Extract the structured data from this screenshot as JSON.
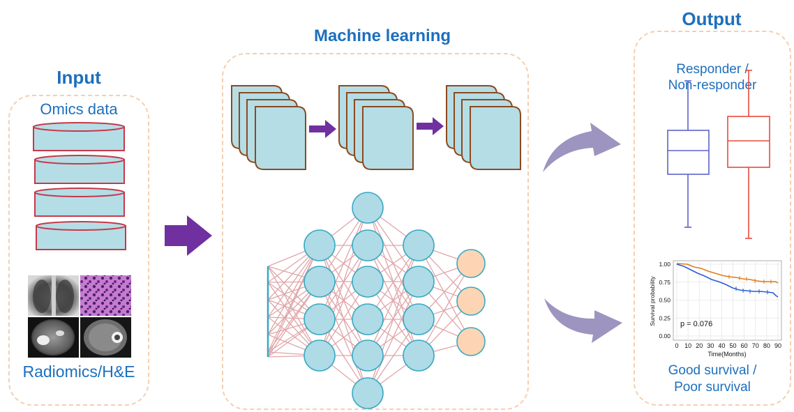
{
  "input": {
    "title": "Input",
    "omics_label": "Omics data",
    "imaging_label": "Radiomics/H&E"
  },
  "machine_learning": {
    "title": "Machine learning"
  },
  "output": {
    "title": "Output",
    "responder_label_line1": "Responder /",
    "responder_label_line2": "Non-responder",
    "survival_label_line1": "Good survival /",
    "survival_label_line2": "Poor survival",
    "km_plot": {
      "y_axis_label": "Survival probability",
      "x_axis_label": "Time(Months)",
      "y_ticks": [
        "1.00",
        "0.75",
        "0.50",
        "0.25",
        "0.00"
      ],
      "x_ticks": [
        "0",
        "10",
        "20",
        "30",
        "40",
        "50",
        "60",
        "70",
        "80",
        "90"
      ],
      "p_value_text": "p = 0.076"
    }
  },
  "colors": {
    "title_blue": "#1d6fbd",
    "panel_border": "#f5cfae",
    "cylinder_fill": "#b5dde6",
    "cylinder_stroke": "#c5394a",
    "conv_stroke": "#8b4a1e",
    "arrow_purple": "#7030a0",
    "node_fill": "#aedbe6",
    "output_node_fill": "#fdd5b4",
    "edge_pink": "#e0a5a8",
    "boxplot_blue": "#5b63c7",
    "boxplot_red": "#e84a3c",
    "km_orange": "#e07b1a",
    "km_blue": "#2a5bd7",
    "curved_arrow": "#9d94c0"
  }
}
